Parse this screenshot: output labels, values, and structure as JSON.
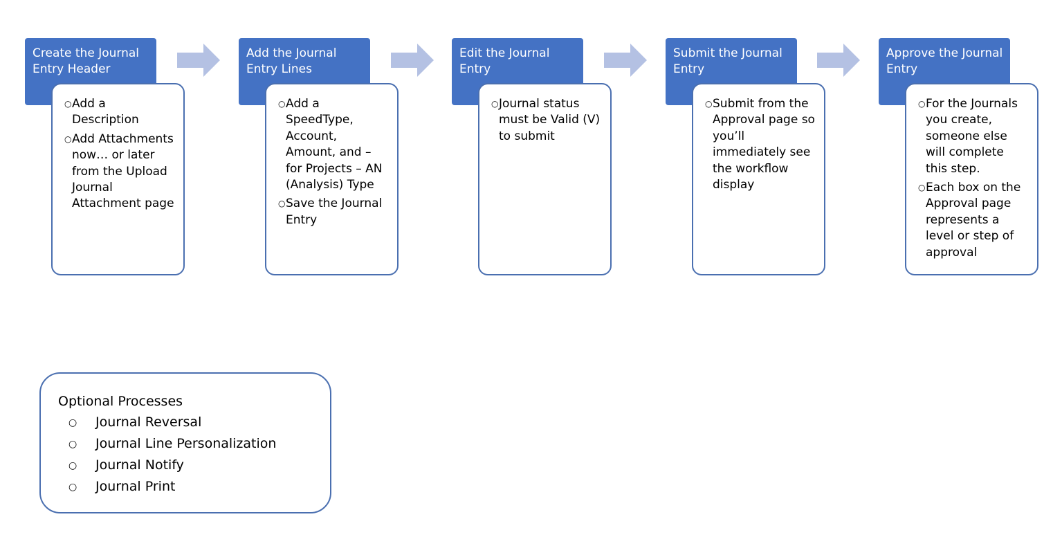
{
  "colors": {
    "header_fill": "#4472c4",
    "header_text": "#ffffff",
    "card_border": "#4a6fb0",
    "arrow_fill": "#b4c1e3",
    "text": "#000000"
  },
  "bullet_icon": "open-circle",
  "steps": [
    {
      "title": "Create the Journal Entry Header",
      "bullets": [
        "Add a Description",
        "Add Attachments now… or later from the Upload Journal Attachment page"
      ]
    },
    {
      "title": "Add the Journal Entry Lines",
      "bullets": [
        "Add a SpeedType, Account, Amount, and – for Projects – AN (Analysis) Type",
        "Save the Journal Entry"
      ]
    },
    {
      "title": "Edit the Journal Entry",
      "bullets": [
        "Journal status must be Valid (V) to submit"
      ]
    },
    {
      "title": "Submit the Journal Entry",
      "bullets": [
        "Submit from the Approval page so you’ll immediately see the workflow display"
      ]
    },
    {
      "title": "Approve the Journal Entry",
      "bullets": [
        "For the Journals you create, someone else will complete this step.",
        "Each box on the Approval page represents a level or step of approval"
      ]
    }
  ],
  "optional": {
    "title": "Optional Processes",
    "items": [
      "Journal Reversal",
      "Journal Line Personalization",
      "Journal Notify",
      "Journal Print"
    ]
  }
}
